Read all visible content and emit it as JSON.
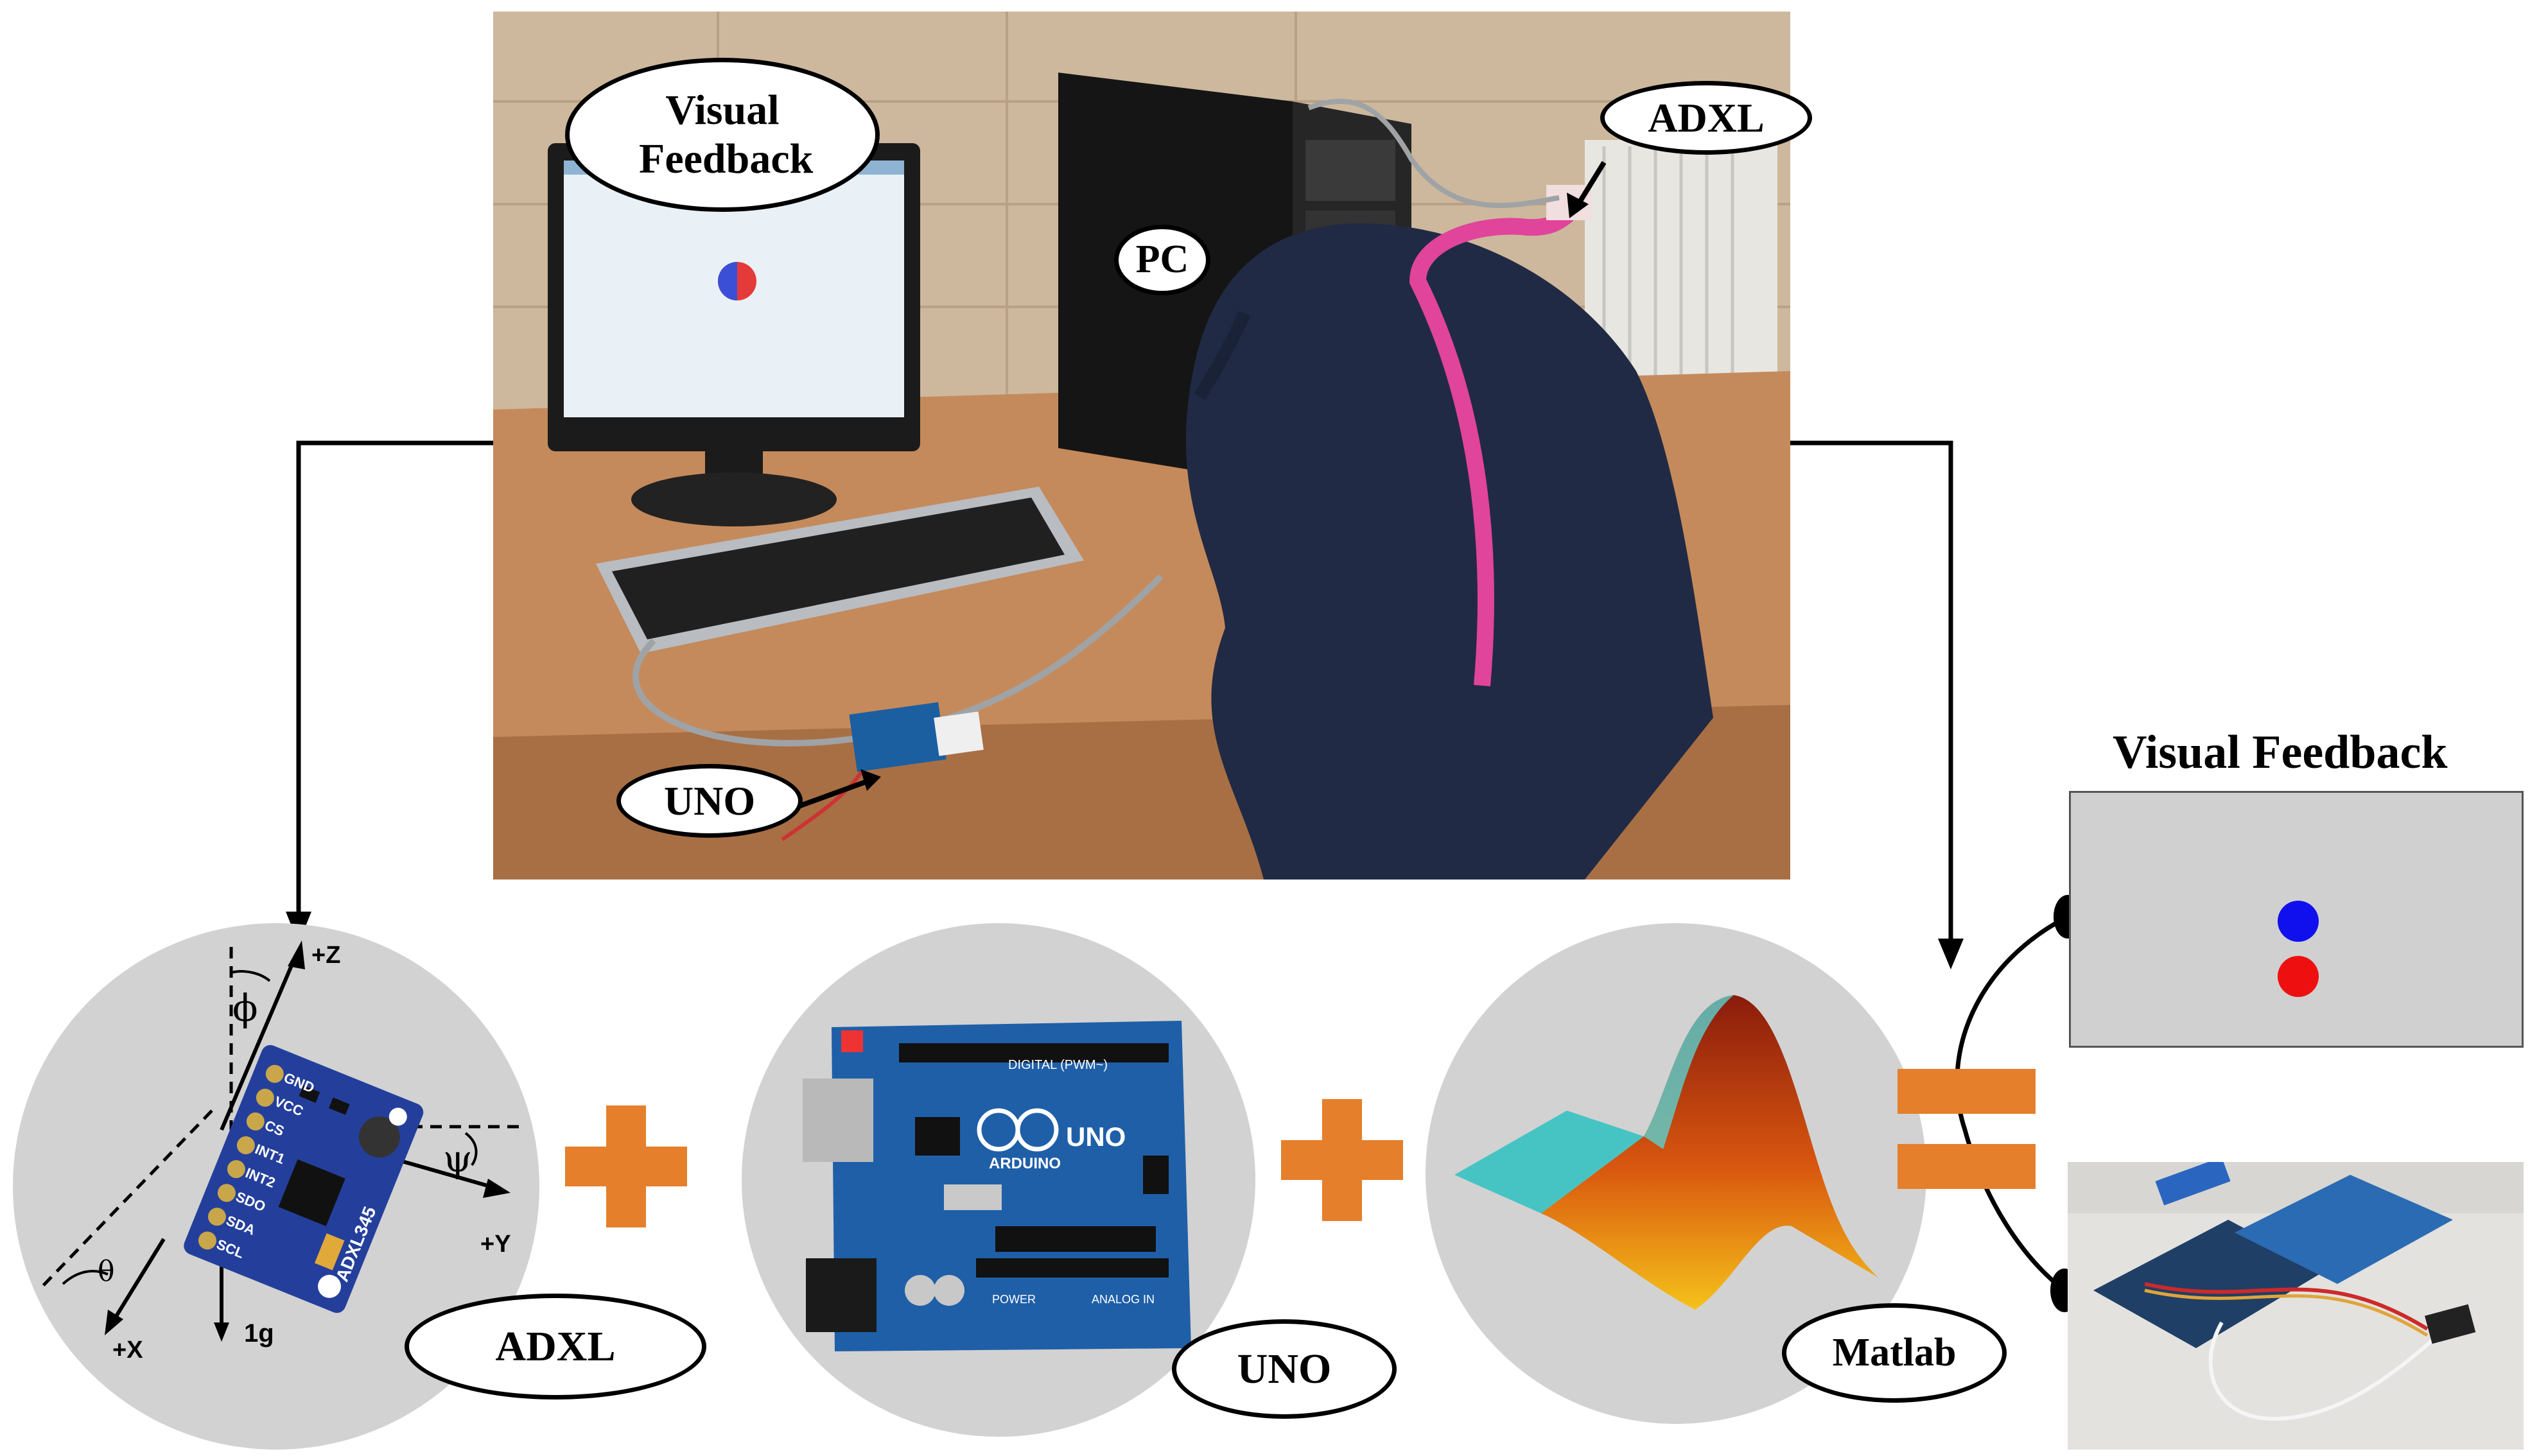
{
  "labels": {
    "visual_feedback_photo": "Visual Feedback",
    "pc": "PC",
    "adxl_photo": "ADXL",
    "uno_photo": "UNO",
    "visual_feedback_title": "Visual Feedback",
    "adxl_bottom": "ADXL",
    "uno_bottom": "UNO",
    "matlab": "Matlab"
  },
  "sensor_axes": {
    "z": "+Z",
    "y": "+Y",
    "x": "+X",
    "phi": "ϕ",
    "psi": "ψ",
    "theta": "θ",
    "g": "1g",
    "chip": "ADXL345",
    "pins": [
      "GND",
      "VCC",
      "CS",
      "INT1",
      "INT2",
      "SDO",
      "SDA",
      "SCL"
    ]
  },
  "arduino_text": {
    "brand": "ARDUINO",
    "model": "UNO",
    "digital": "DIGITAL (PWM~)",
    "analog": "ANALOG IN",
    "power": "POWER"
  },
  "colors": {
    "operator_orange": "#e57f2b",
    "circle_gray": "#d2d2d2",
    "dot_blue": "#1010ee",
    "dot_red": "#ee1010",
    "board_blue": "#1f5fa8"
  }
}
